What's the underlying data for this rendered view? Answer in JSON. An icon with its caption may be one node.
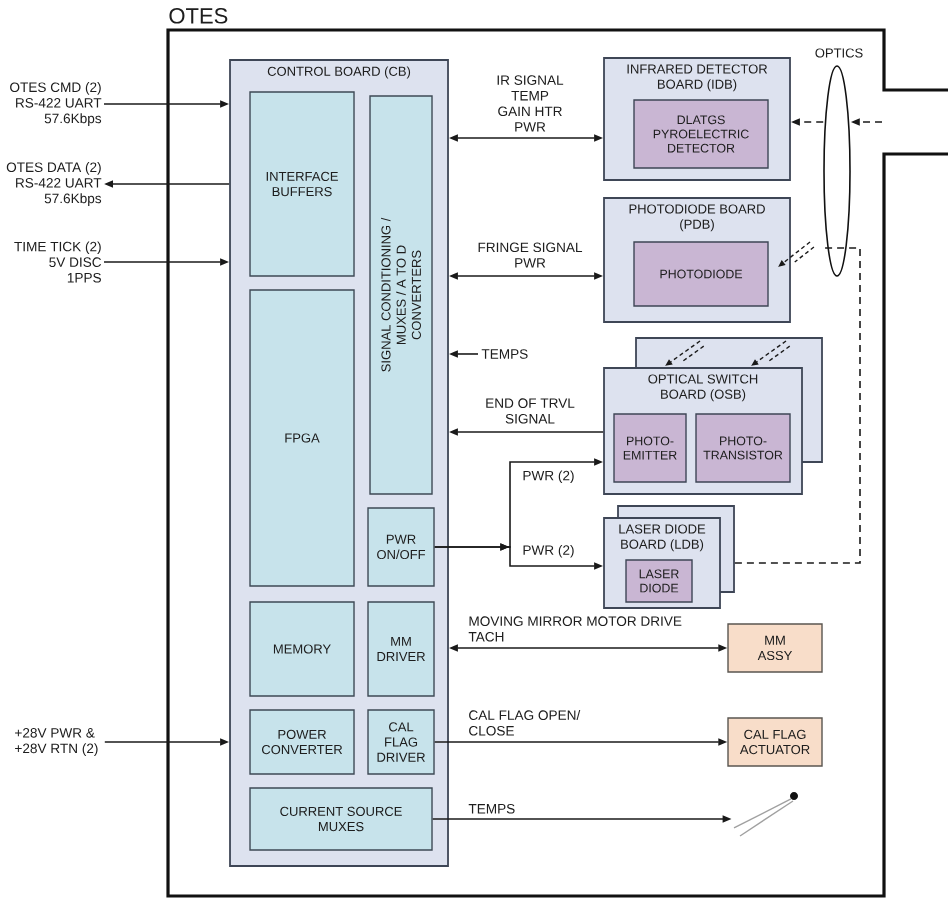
{
  "diagram": {
    "nodes": [
      {
        "text": [
          "OTES"
        ]
      },
      {
        "text": [
          "CONTROL BOARD (CB)"
        ],
        "in": 0
      },
      {
        "text": [
          "INTERFACE BUFFERS"
        ],
        "in": 1
      },
      {
        "text": [
          "SIGNAL CONDITIONING / MUXES / A TO D CONVERTERS"
        ],
        "in": 1
      },
      {
        "text": [
          "FPGA"
        ],
        "in": 1
      },
      {
        "text": [
          "PWR ON/OFF"
        ],
        "in": 1
      },
      {
        "text": [
          "MEMORY"
        ],
        "in": 1
      },
      {
        "text": [
          "MM DRIVER"
        ],
        "in": 1
      },
      {
        "text": [
          "POWER CONVERTER"
        ],
        "in": 1
      },
      {
        "text": [
          "CAL FLAG DRIVER"
        ],
        "in": 1
      },
      {
        "text": [
          "CURRENT SOURCE MUXES"
        ],
        "in": 1
      },
      {
        "text": [
          "OPTICS"
        ],
        "in": 0
      },
      {
        "text": [
          "INFRARED DETECTOR BOARD (IDB)"
        ],
        "in": 0
      },
      {
        "text": [
          "DLATGS PYROELECTRIC DETECTOR"
        ],
        "in": 12
      },
      {
        "text": [
          "PHOTODIODE BOARD (PDB)"
        ],
        "in": 0
      },
      {
        "text": [
          "PHOTODIODE"
        ],
        "in": 14
      },
      {
        "text": [
          "TEMPS"
        ],
        "in": 0
      },
      {
        "text": [
          "OPTICAL SWITCH BOARD (OSB)"
        ],
        "in": 0
      },
      {
        "text": [
          "PHOTO-EMITTER"
        ],
        "in": 17
      },
      {
        "text": [
          "PHOTO-TRANSISTOR"
        ],
        "in": 17
      },
      {
        "text": [
          "LASER DIODE BOARD (LDB)"
        ],
        "in": 0
      },
      {
        "text": [
          "LASER DIODE"
        ],
        "in": 20
      },
      {
        "text": [
          "MM ASSY"
        ],
        "in": 0
      },
      {
        "text": [
          "CAL FLAG ACTUATOR"
        ],
        "in": 0
      },
      {
        "text": [],
        "shape": "picture",
        "in": 0
      },
      {
        "text": [
          "OTES CMD (2) RS-422 UART 57.6Kbps"
        ]
      },
      {
        "text": [
          "OTES DATA (2) RS-422 UART 57.6Kbps"
        ]
      },
      {
        "text": [
          "TIME TICK (2) 5V DISC 1PPS"
        ]
      },
      {
        "text": [
          "+28V PWR & +28V RTN (2)"
        ]
      }
    ],
    "edges": [
      {
        "from": 25,
        "to": 1,
        "arrow": "to"
      },
      {
        "from": 1,
        "to": 26,
        "arrow": "to"
      },
      {
        "from": 27,
        "to": 1,
        "arrow": "to"
      },
      {
        "from": 28,
        "to": 1,
        "arrow": "to"
      },
      {
        "from": 1,
        "to": 12,
        "arrow": "both",
        "label": "IR SIGNAL TEMP GAIN HTR PWR"
      },
      {
        "from": 1,
        "to": 14,
        "arrow": "both",
        "label": "FRINGE SIGNAL PWR"
      },
      {
        "from": 16,
        "to": 1,
        "arrow": "to"
      },
      {
        "from": 17,
        "to": 1,
        "arrow": "to",
        "label": "END OF TRVL SIGNAL"
      },
      {
        "from": 5,
        "to": 17,
        "arrow": "to",
        "label": "PWR (2)"
      },
      {
        "from": 5,
        "to": 20,
        "arrow": "to",
        "label": "PWR (2)"
      },
      {
        "from": 1,
        "to": 22,
        "arrow": "both",
        "label": "MOVING MIRROR MOTOR DRIVE TACH"
      },
      {
        "from": 9,
        "to": 23,
        "arrow": "to",
        "label": "CAL FLAG OPEN/ CLOSE"
      },
      {
        "from": 10,
        "to": 24,
        "arrow": "to",
        "label": "TEMPS"
      },
      {
        "from": null,
        "to": 11,
        "arrow": "to",
        "style": "dashed"
      },
      {
        "from": 11,
        "to": 12,
        "arrow": "to",
        "style": "dashed"
      },
      {
        "from": 20,
        "to": 11,
        "arrow": "none",
        "style": "dashed"
      }
    ]
  }
}
